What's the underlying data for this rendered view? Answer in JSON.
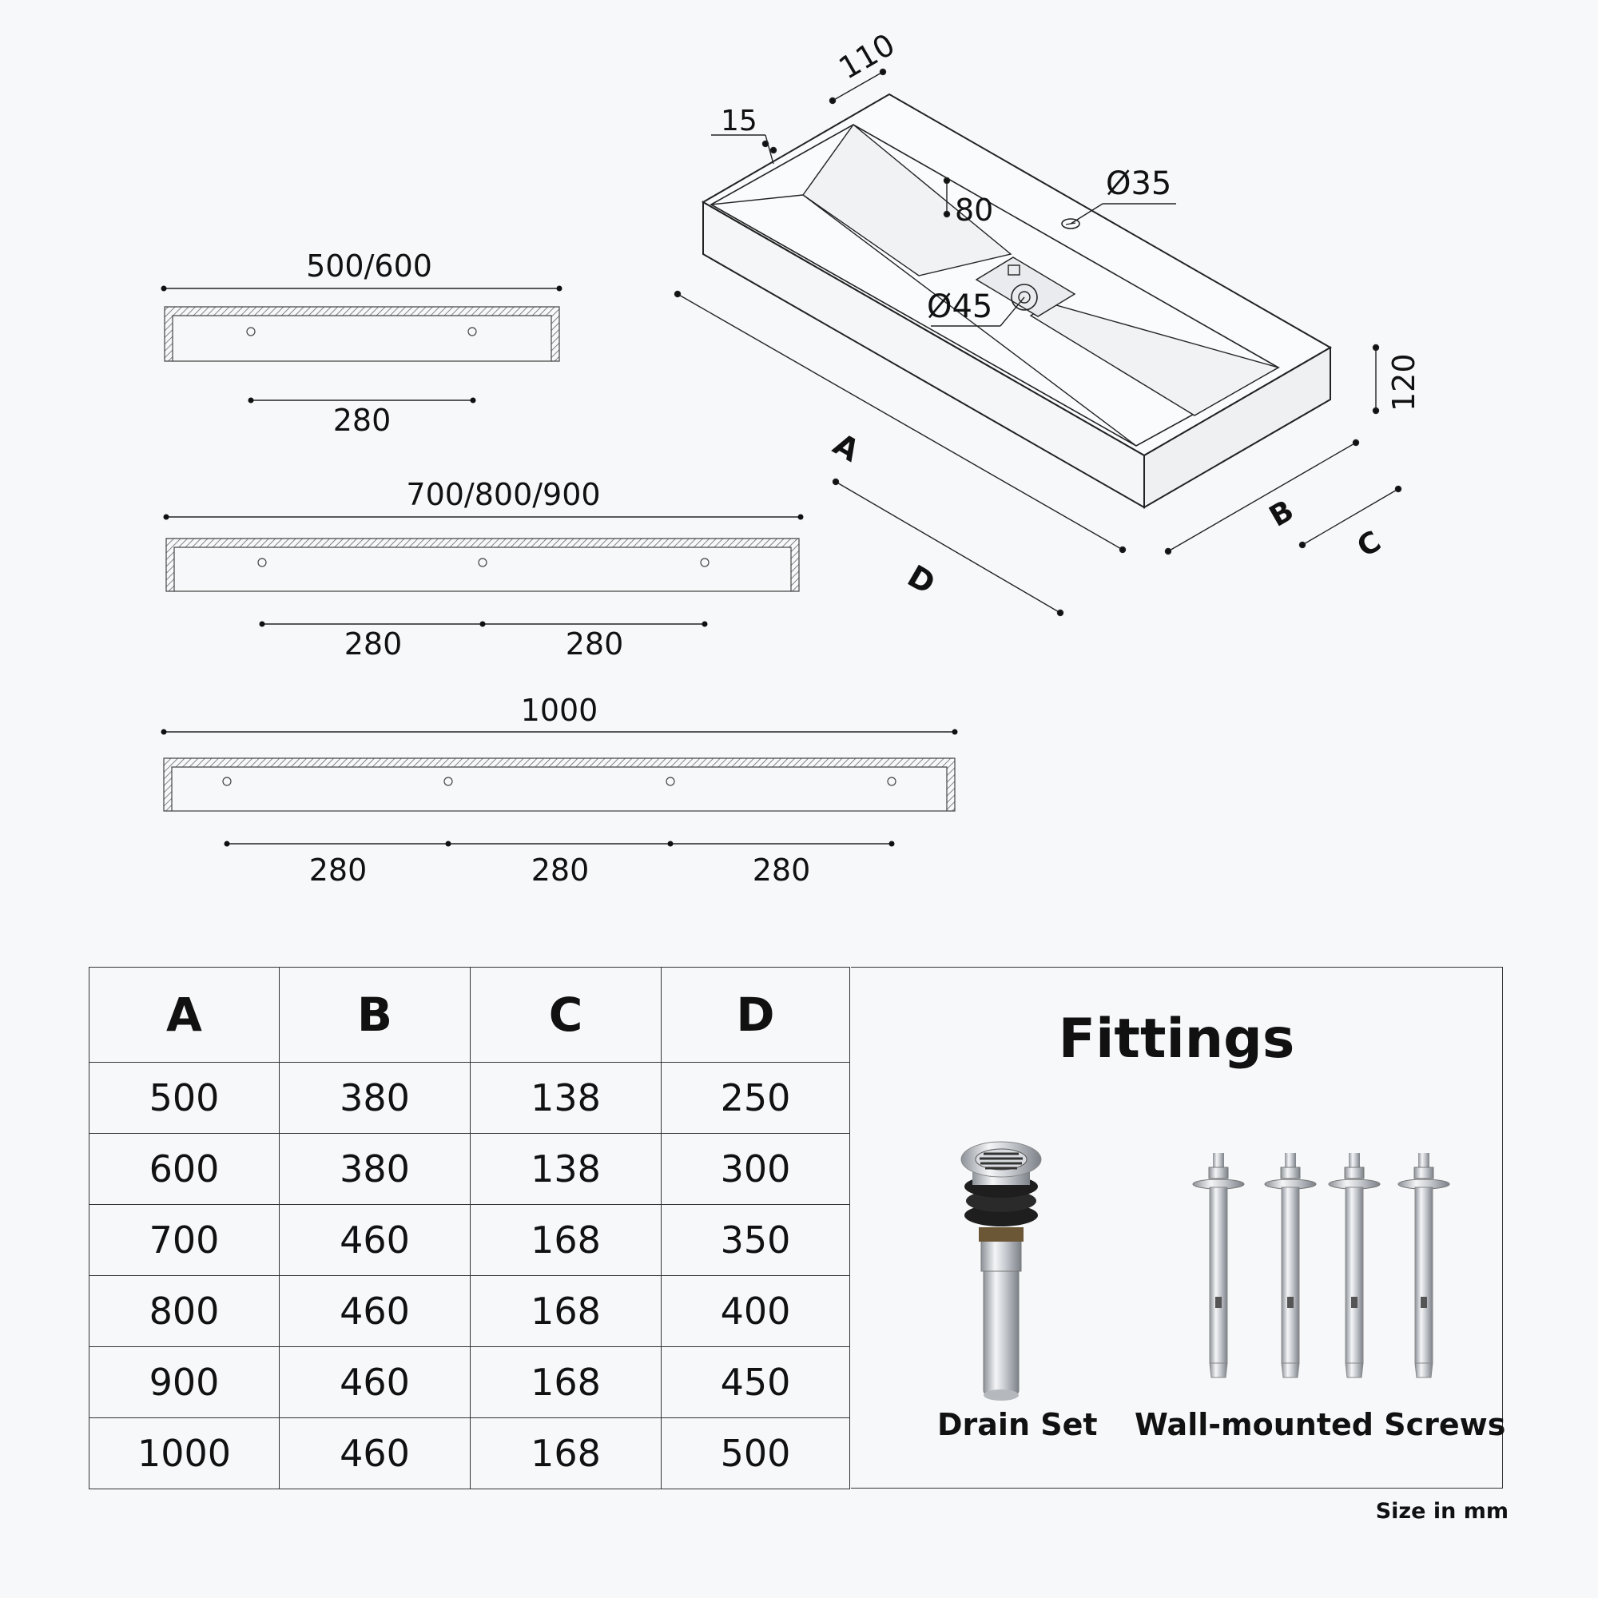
{
  "dimensions": {
    "lip_depth": "110",
    "wall_thickness": "15",
    "tap_hole": "Ø35",
    "drain_offset": "80",
    "drain_hole": "Ø45",
    "height": "120",
    "label_a": "A",
    "label_b": "B",
    "label_c": "C",
    "label_d": "D"
  },
  "brackets": [
    {
      "width_label": "500/600",
      "spacings": [
        "280"
      ]
    },
    {
      "width_label": "700/800/900",
      "spacings": [
        "280",
        "280"
      ]
    },
    {
      "width_label": "1000",
      "spacings": [
        "280",
        "280",
        "280"
      ]
    }
  ],
  "size_table": {
    "headers": [
      "A",
      "B",
      "C",
      "D"
    ],
    "rows": [
      [
        "500",
        "380",
        "138",
        "250"
      ],
      [
        "600",
        "380",
        "138",
        "300"
      ],
      [
        "700",
        "460",
        "168",
        "350"
      ],
      [
        "800",
        "460",
        "168",
        "400"
      ],
      [
        "900",
        "460",
        "168",
        "450"
      ],
      [
        "1000",
        "460",
        "168",
        "500"
      ]
    ]
  },
  "fittings": {
    "title": "Fittings",
    "drain_label": "Drain Set",
    "screws_label": "Wall-mounted Screws"
  },
  "units_note": "Size in mm"
}
